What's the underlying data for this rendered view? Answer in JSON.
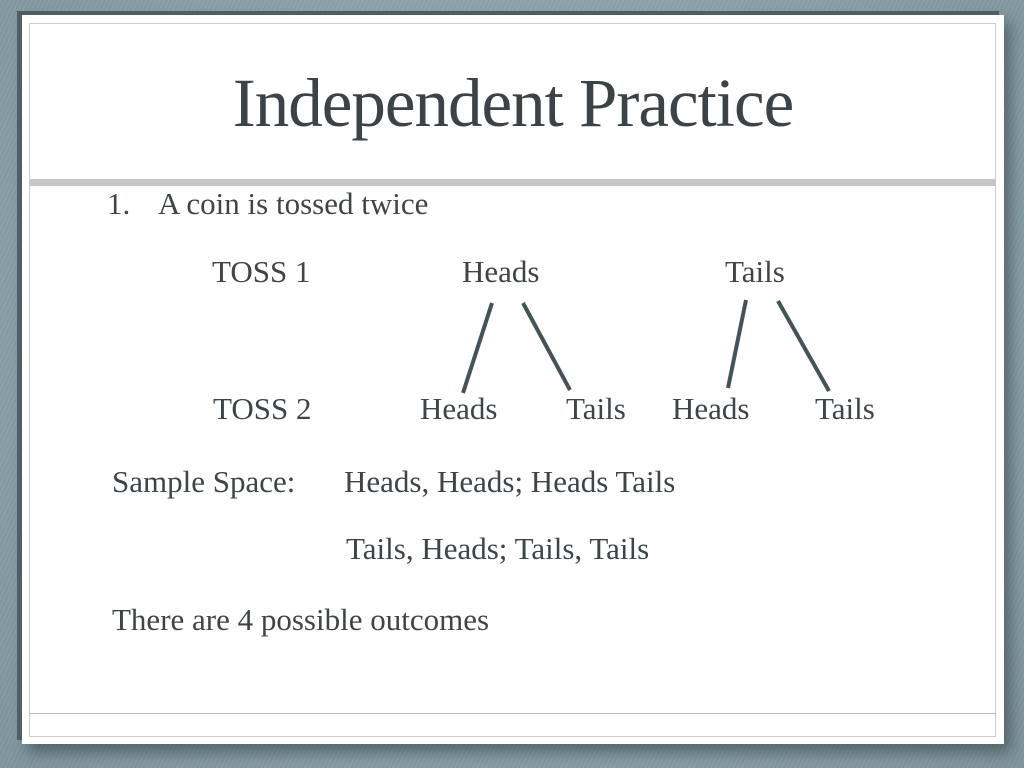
{
  "slide": {
    "title": "Independent Practice",
    "problem": {
      "number": "1.",
      "text": "A coin is tossed twice"
    },
    "tree": {
      "toss1_label": "TOSS 1",
      "toss2_label": "TOSS 2",
      "toss1_outcomes": [
        "Heads",
        "Tails"
      ],
      "toss2_outcomes": [
        "Heads",
        "Tails",
        "Heads",
        "Tails"
      ]
    },
    "sample_space": {
      "label": "Sample Space:",
      "line1": "Heads, Heads; Heads Tails",
      "line2": "Tails, Heads; Tails, Tails"
    },
    "conclusion": "There are 4 possible outcomes",
    "colors": {
      "background": "#8ca3ab",
      "slide": "#ffffff",
      "text": "#3d4549",
      "title_divider": "#c3c7c9",
      "tree_branch": "#44525a",
      "frame_shadow": "#4f5d64"
    }
  }
}
